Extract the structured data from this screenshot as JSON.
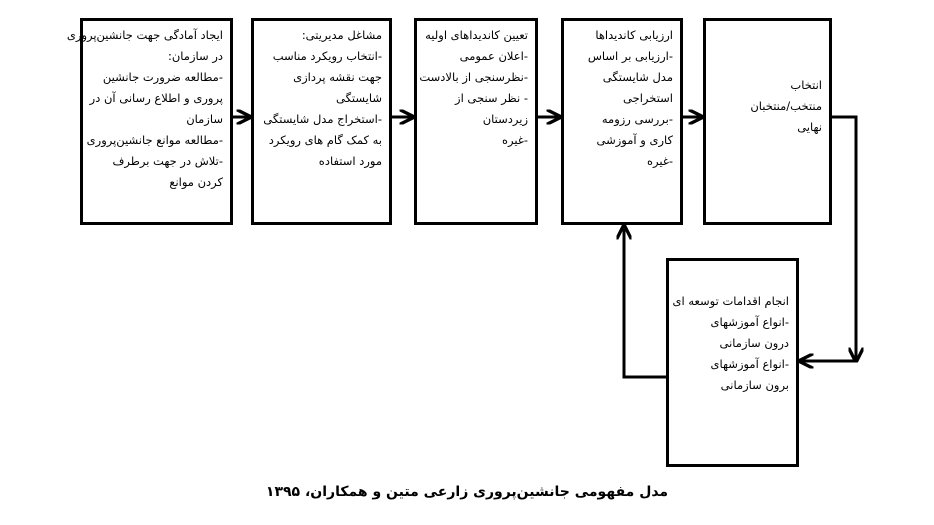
{
  "boxes": [
    {
      "id": "preparation",
      "lines": [
        "ایجاد آمادگی جهت جانشین‌پروری",
        "در سازمان:",
        "-مطالعه ضرورت جانشین",
        "پروری و اطلاع رسانی آن در",
        "سازمان",
        "-مطالعه موانع جانشین‌پروری",
        "-تلاش در جهت برطرف",
        "کردن موانع"
      ]
    },
    {
      "id": "managerial-jobs",
      "lines": [
        "مشاغل مدیریتی:",
        "-انتخاب رویکرد مناسب",
        "جهت نقشه پردازی",
        "شایستگی",
        "-استخراج مدل شایستگی",
        "به کمک گام های رویکرد",
        "مورد استفاده"
      ]
    },
    {
      "id": "initial-candidates",
      "lines": [
        "تعیین کاندیداهای اولیه",
        "-اعلان عمومی",
        "-نظرسنجی از بالادست",
        "- نظر سنجی از",
        "زیردستان",
        "-غیره"
      ]
    },
    {
      "id": "candidate-evaluation",
      "lines": [
        "ارزیابی کاندیداها",
        "-ارزیابی بر اساس",
        "مدل شایستگی",
        "استخراجی",
        "-بررسی رزومه",
        "کاری و آموزشی",
        "-غیره"
      ]
    },
    {
      "id": "final-selection",
      "lines": [
        "انتخاب",
        "منتخب/منتخبان",
        "نهایی"
      ]
    },
    {
      "id": "development-actions",
      "lines": [
        "انجام اقدامات توسعه ای",
        "-انواع آموزشهای",
        "درون سازمانی",
        "-انواع آموزشهای",
        "برون سازمانی"
      ]
    }
  ],
  "caption": "مدل مفهومی جانشین‌پروری زارعی متین و همکاران، ۱۳۹۵"
}
